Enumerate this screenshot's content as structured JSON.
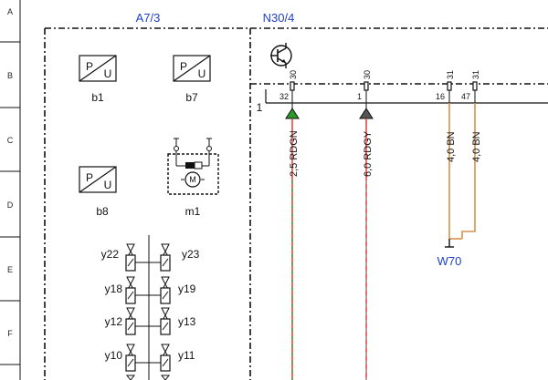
{
  "rows": [
    "A",
    "B",
    "C",
    "D",
    "E",
    "F"
  ],
  "modules": {
    "left": "A7/3",
    "right": "N30/4"
  },
  "sensors": [
    {
      "id": "b1",
      "top": "P",
      "bottom": "U"
    },
    {
      "id": "b7",
      "top": "P",
      "bottom": "U"
    },
    {
      "id": "b8",
      "top": "P",
      "bottom": "U"
    }
  ],
  "motor": {
    "id": "m1",
    "symbol": "M"
  },
  "valves": [
    {
      "left": "y22",
      "right": "y23"
    },
    {
      "left": "y18",
      "right": "y19"
    },
    {
      "left": "y12",
      "right": "y13"
    },
    {
      "left": "y10",
      "right": "y11"
    }
  ],
  "bus_pin": "1",
  "connectors": [
    {
      "top": "30",
      "pin": "32",
      "wire": "2,5 RDGN",
      "color": "#e03030",
      "stripe": "#30a030"
    },
    {
      "top": "30",
      "pin": "1",
      "wire": "6,0 RDGY",
      "color": "#e03030",
      "stripe": "#9a9a9a"
    },
    {
      "top": "31",
      "pin": "16",
      "wire": "4,0 BN",
      "color": "#d9924a",
      "stripe": ""
    },
    {
      "top": "31",
      "pin": "47",
      "wire": "4,0 BN",
      "color": "#d9924a",
      "stripe": ""
    }
  ],
  "ground": "W70",
  "colors": {
    "label_blue": "#1f3fc8",
    "line": "#111111"
  }
}
